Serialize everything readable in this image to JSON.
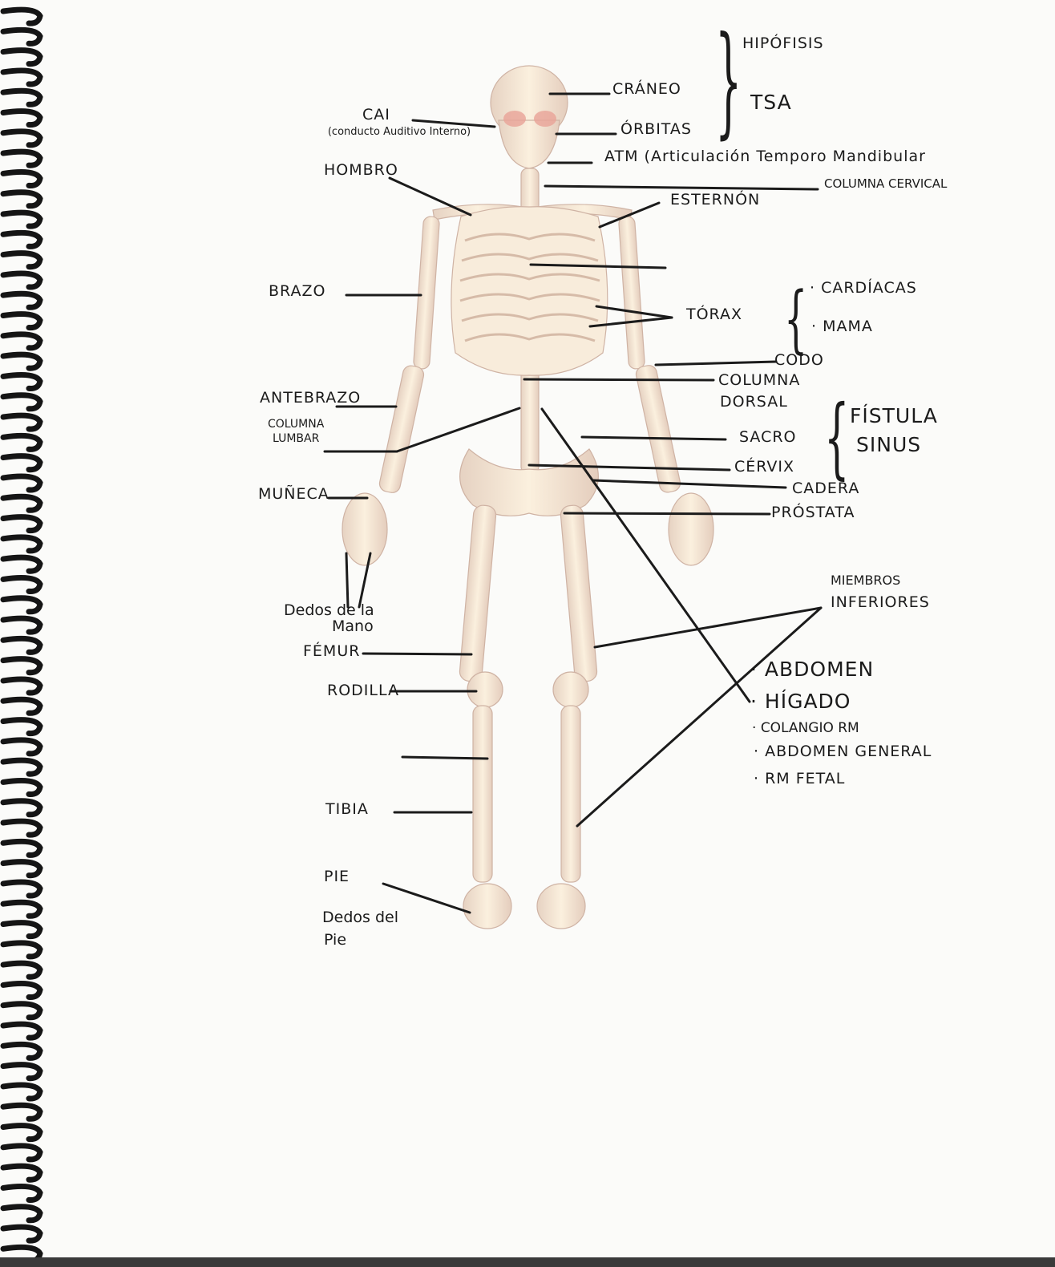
{
  "labels": {
    "hipofisis": "HIPÓFISIS",
    "tsa": "TSA",
    "craneo": "CRÁNEO",
    "cai": "CAI",
    "cai_note": "(conducto Auditivo Interno)",
    "orbitas": "ÓRBITAS",
    "atm": "ATM (Articulación Temporo Mandibular",
    "hombro": "HOMBRO",
    "columna_cervical": "COLUMNA CERVICAL",
    "esternon": "ESTERNÓN",
    "brazo": "BRAZO",
    "cardiacas": "CARDÍACAS",
    "torax": "TÓRAX",
    "mama": "MAMA",
    "codo": "CODO",
    "columna_dorsal_1": "COLUMNA",
    "columna_dorsal_2": "DORSAL",
    "antebrazo": "ANTEBRAZO",
    "columna_lumbar_1": "COLUMNA",
    "columna_lumbar_2": "LUMBAR",
    "fistula": "FÍSTULA",
    "sinus": "SINUS",
    "sacro": "SACRO",
    "cervix": "CÉRVIX",
    "cadera": "CADERA",
    "muneca": "MUÑECA",
    "prostata": "PRÓSTATA",
    "miembros_1": "MIEMBROS",
    "miembros_2": "INFERIORES",
    "dedos_mano_1": "Dedos de la",
    "dedos_mano_2": "Mano",
    "femur": "FÉMUR",
    "abdomen": "ABDOMEN",
    "rodilla": "RODILLA",
    "higado": "HÍGADO",
    "colangio": "COLANGIO RM",
    "abdomen_general": "ABDOMEN GENERAL",
    "rm_fetal": "RM FETAL",
    "tibia": "TIBIA",
    "pie": "PIE",
    "dedos_pie_1": "Dedos del",
    "dedos_pie_2": "Pie"
  }
}
